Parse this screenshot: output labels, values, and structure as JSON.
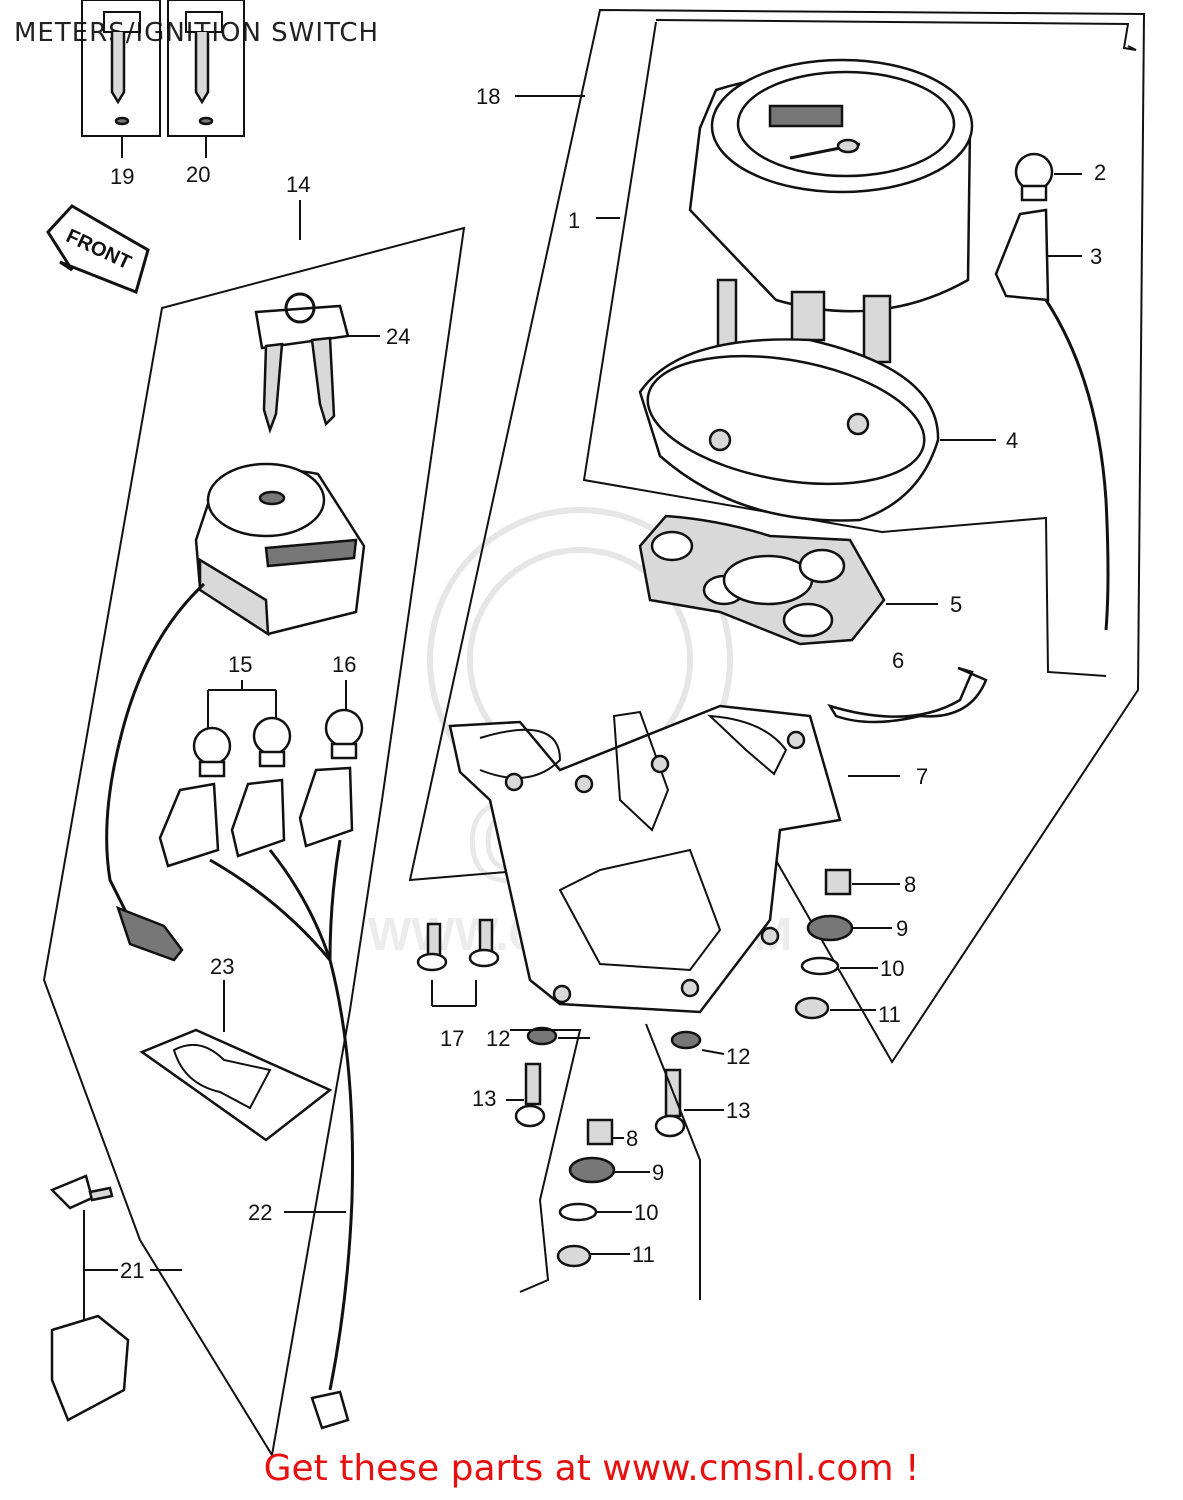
{
  "title": "METERS/IGNITION SWITCH",
  "footer": {
    "prefix": "Get these parts at ",
    "link": "www.cmsnl.com",
    "suffix": " !"
  },
  "watermark": {
    "text_1": "CMS",
    "text_2": "WWW.CMSNL.COM"
  },
  "front_tag": "FRONT",
  "callouts": {
    "c1": "1",
    "c2": "2",
    "c3": "3",
    "c4": "4",
    "c5": "5",
    "c6": "6",
    "c7": "7",
    "c8a": "8",
    "c8b": "8",
    "c9a": "9",
    "c9b": "9",
    "c10a": "10",
    "c10b": "10",
    "c11a": "11",
    "c11b": "11",
    "c12a": "12",
    "c12b": "12",
    "c13a": "13",
    "c13b": "13",
    "c14": "14",
    "c15": "15",
    "c16": "16",
    "c17": "17",
    "c18": "18",
    "c19": "19",
    "c20": "20",
    "c21": "21",
    "c22": "22",
    "c23": "23",
    "c24": "24"
  }
}
